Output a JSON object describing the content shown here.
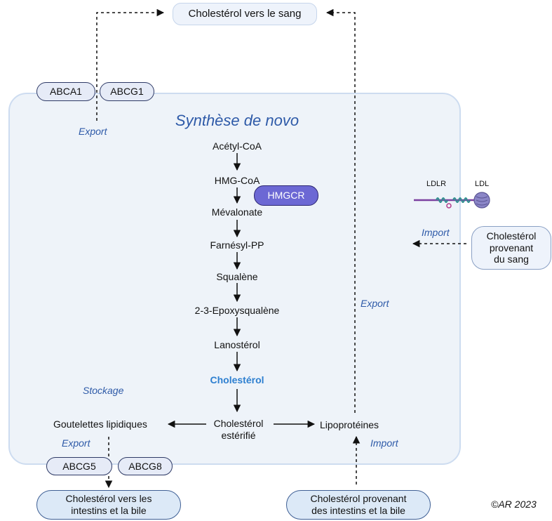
{
  "title": "Synthèse de novo",
  "top_box": "Cholestérol vers le sang",
  "transporters": {
    "abca1": "ABCA1",
    "abcg1": "ABCG1",
    "abcg5": "ABCG5",
    "abcg8": "ABCG8"
  },
  "enzyme": "HMGCR",
  "pathway": [
    "Acétyl-CoA",
    "HMG-CoA",
    "Mévalonate",
    "Farnésyl-PP",
    "Squalène",
    "2-3-Epoxysqualène",
    "Lanostérol"
  ],
  "cholesterol": "Cholestérol",
  "esterified": {
    "line1": "Cholestérol",
    "line2": "estérifié"
  },
  "droplets": "Goutelettes lipidiques",
  "lipoproteins": "Lipoprotéines",
  "labels": {
    "export_top": "Export",
    "export_mid": "Export",
    "export_bottom": "Export",
    "import_right": "Import",
    "import_bottom": "Import",
    "stockage": "Stockage"
  },
  "receptor": {
    "ldlr": "LDLR",
    "ldl": "LDL"
  },
  "blood_box": {
    "line1": "Cholestérol",
    "line2": "provenant",
    "line3": "du sang"
  },
  "bottom_left_box": {
    "line1": "Cholestérol vers les",
    "line2": "intestins et la bile"
  },
  "bottom_right_box": {
    "line1": "Cholestérol provenant",
    "line2": "des intestins et la bile"
  },
  "copyright": "©AR 2023",
  "colors": {
    "cell_fill": "#eef3f9",
    "cell_border": "#cddcf0",
    "accent_blue": "#2e5aa8",
    "cholesterol_blue": "#2d7fd0",
    "enzyme_purple": "#6c68d4",
    "ldl_purple": "#8b86c7"
  }
}
